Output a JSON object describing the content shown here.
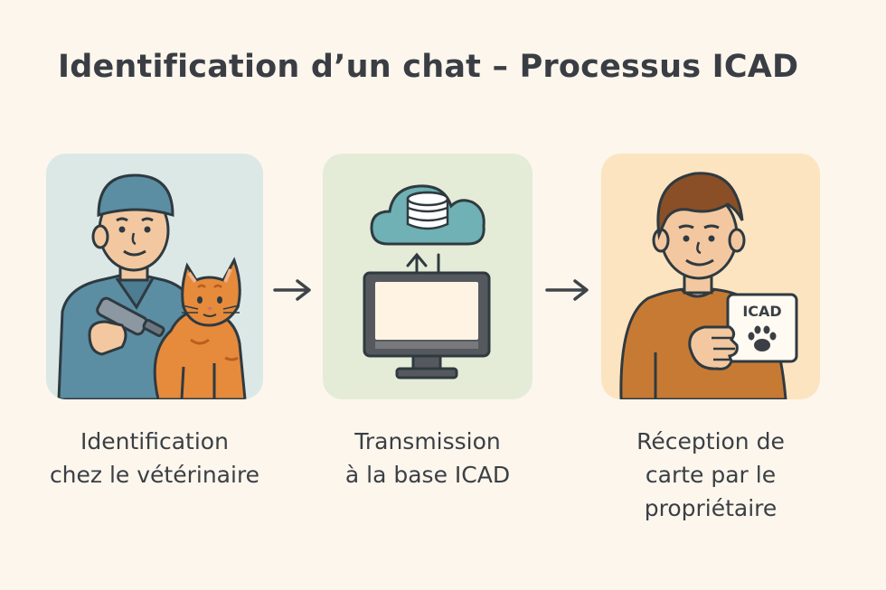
{
  "title": "Identification d’un chat – Processus ICAD",
  "steps": [
    {
      "icon": "veterinarian-with-cat-icon",
      "lines": [
        "Identification",
        "chez le vétérinaire"
      ]
    },
    {
      "icon": "cloud-database-computer-icon",
      "lines": [
        "Transmission",
        "à la base ICAD"
      ]
    },
    {
      "icon": "owner-with-card-icon",
      "lines": [
        "Réception de",
        "carte par le",
        "propriétaire"
      ]
    }
  ],
  "card": {
    "label": "ICAD",
    "icon": "paw-icon"
  },
  "colors": {
    "background": "#fcf6ec",
    "card_vet": "#dbe8e6",
    "card_db": "#e4ecd8",
    "card_owner": "#fbe4bf",
    "cloud": "#6fb1b4",
    "cat": "#e68a3c",
    "vet_uniform": "#5b8ea3",
    "owner_shirt": "#c77a34"
  }
}
